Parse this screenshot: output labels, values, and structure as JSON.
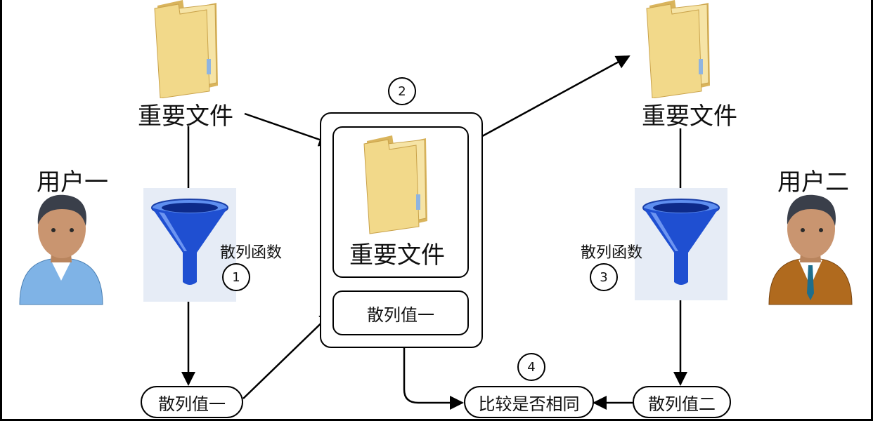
{
  "left": {
    "user_label": "用户一",
    "file_label": "重要文件",
    "func_label": "散列函数",
    "step": "1",
    "hash_label": "散列值一"
  },
  "center": {
    "step": "2",
    "file_label": "重要文件",
    "hash_label": "散列值一"
  },
  "right": {
    "user_label": "用户二",
    "file_label": "重要文件",
    "func_label": "散列函数",
    "step": "3",
    "hash_label": "散列值二"
  },
  "compare": {
    "step": "4",
    "label": "比较是否相同"
  },
  "icons": [
    "folder-icon",
    "funnel-icon",
    "user-icon"
  ],
  "colors": {
    "folder": "#f2d98a",
    "funnel": "#1f4fd1",
    "user1_shirt": "#7fb3e6",
    "user2_jacket": "#b06a1e"
  }
}
